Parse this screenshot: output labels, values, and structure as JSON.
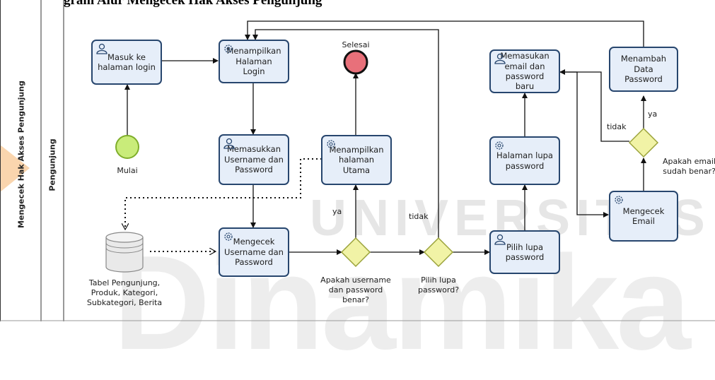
{
  "header": {
    "title_fragment": "gram Alur Mengecek Hak Akses Pengunjung"
  },
  "pool": {
    "name": "Mengecek Hak Akses Pengunjung"
  },
  "lane": {
    "name": "Pengunjung"
  },
  "events": {
    "start": "Mulai",
    "end": "Selesai"
  },
  "tasks": {
    "masuk_login": "Masuk ke halaman login",
    "menampilkan_login": "Menampilkan Halaman Login",
    "memasukkan_username": "Memasukkan Username dan Password",
    "menampilkan_utama": "Menampilkan halaman Utama",
    "mengecek_username": "Mengecek Username dan Password",
    "halaman_lupa": "Halaman lupa password",
    "pilih_lupa": "Pilih lupa password",
    "memasukan_email": "Memasukan email dan password baru",
    "menambah_data": "Menambah Data Password",
    "mengecek_email": "Mengecek Email"
  },
  "gateways": {
    "apakah_username": "Apakah username dan password benar?",
    "pilih_lupa_q": "Pilih lupa password?",
    "apakah_email": "Apakah email sudah benar?"
  },
  "flow_labels": {
    "ya_1": "ya",
    "tidak_1": "tidak",
    "ya_2": "ya",
    "tidak_2": "tidak"
  },
  "data_store": {
    "label": "Tabel Pengunjung, Produk, Kategori, Subkategori, Berita"
  },
  "watermark": {
    "top": "UNIVERSITAS",
    "big": "Dinamika"
  },
  "colors": {
    "task_fill": "#e6eef9",
    "task_border": "#27466e",
    "start": "#c9ec7a",
    "end": "#e8707a",
    "gateway": "#f1f3a6",
    "watermark_orange": "#f6b26b"
  }
}
